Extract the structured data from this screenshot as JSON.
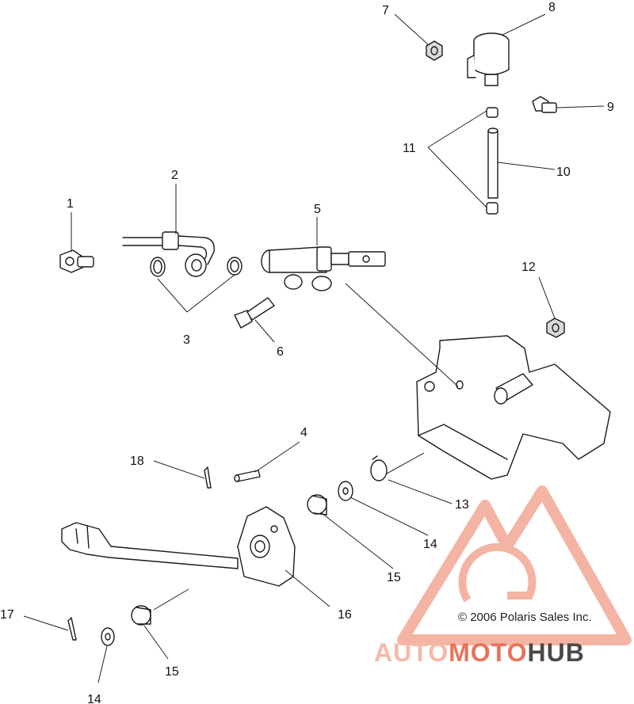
{
  "callouts": [
    "1",
    "2",
    "3",
    "4",
    "5",
    "6",
    "7",
    "8",
    "9",
    "10",
    "11",
    "12",
    "13",
    "14",
    "14",
    "15",
    "15",
    "16",
    "17",
    "18"
  ],
  "copyright": "© 2006 Polaris Sales Inc.",
  "watermark": {
    "part1": "AUTO",
    "part2": "MOTO",
    "part3": "HUB",
    "color_light": "#f6b9a8",
    "color_accent": "#e8735a",
    "color_dark": "#4a4a4a"
  }
}
